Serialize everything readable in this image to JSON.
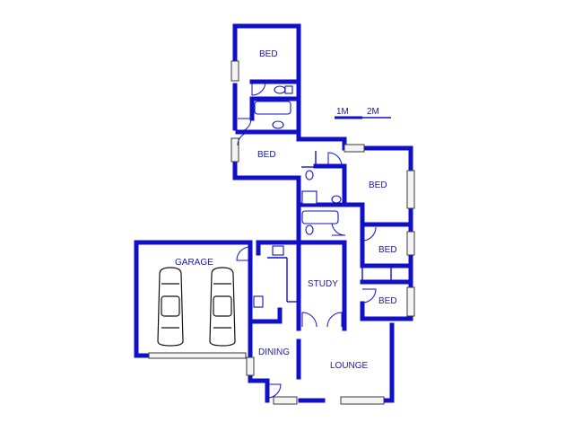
{
  "rooms": {
    "bed_top": "BED",
    "bed_upper_left": "BED",
    "bed_right": "BED",
    "bed_mid_right": "BED",
    "bed_lower_right": "BED",
    "garage": "GARAGE",
    "study": "STUDY",
    "dining": "DINING",
    "lounge": "LOUNGE"
  },
  "scale": {
    "label_1": "1M",
    "label_2": "2M"
  },
  "colors": {
    "wall": "#1010c8",
    "text": "#1a1a9a"
  }
}
